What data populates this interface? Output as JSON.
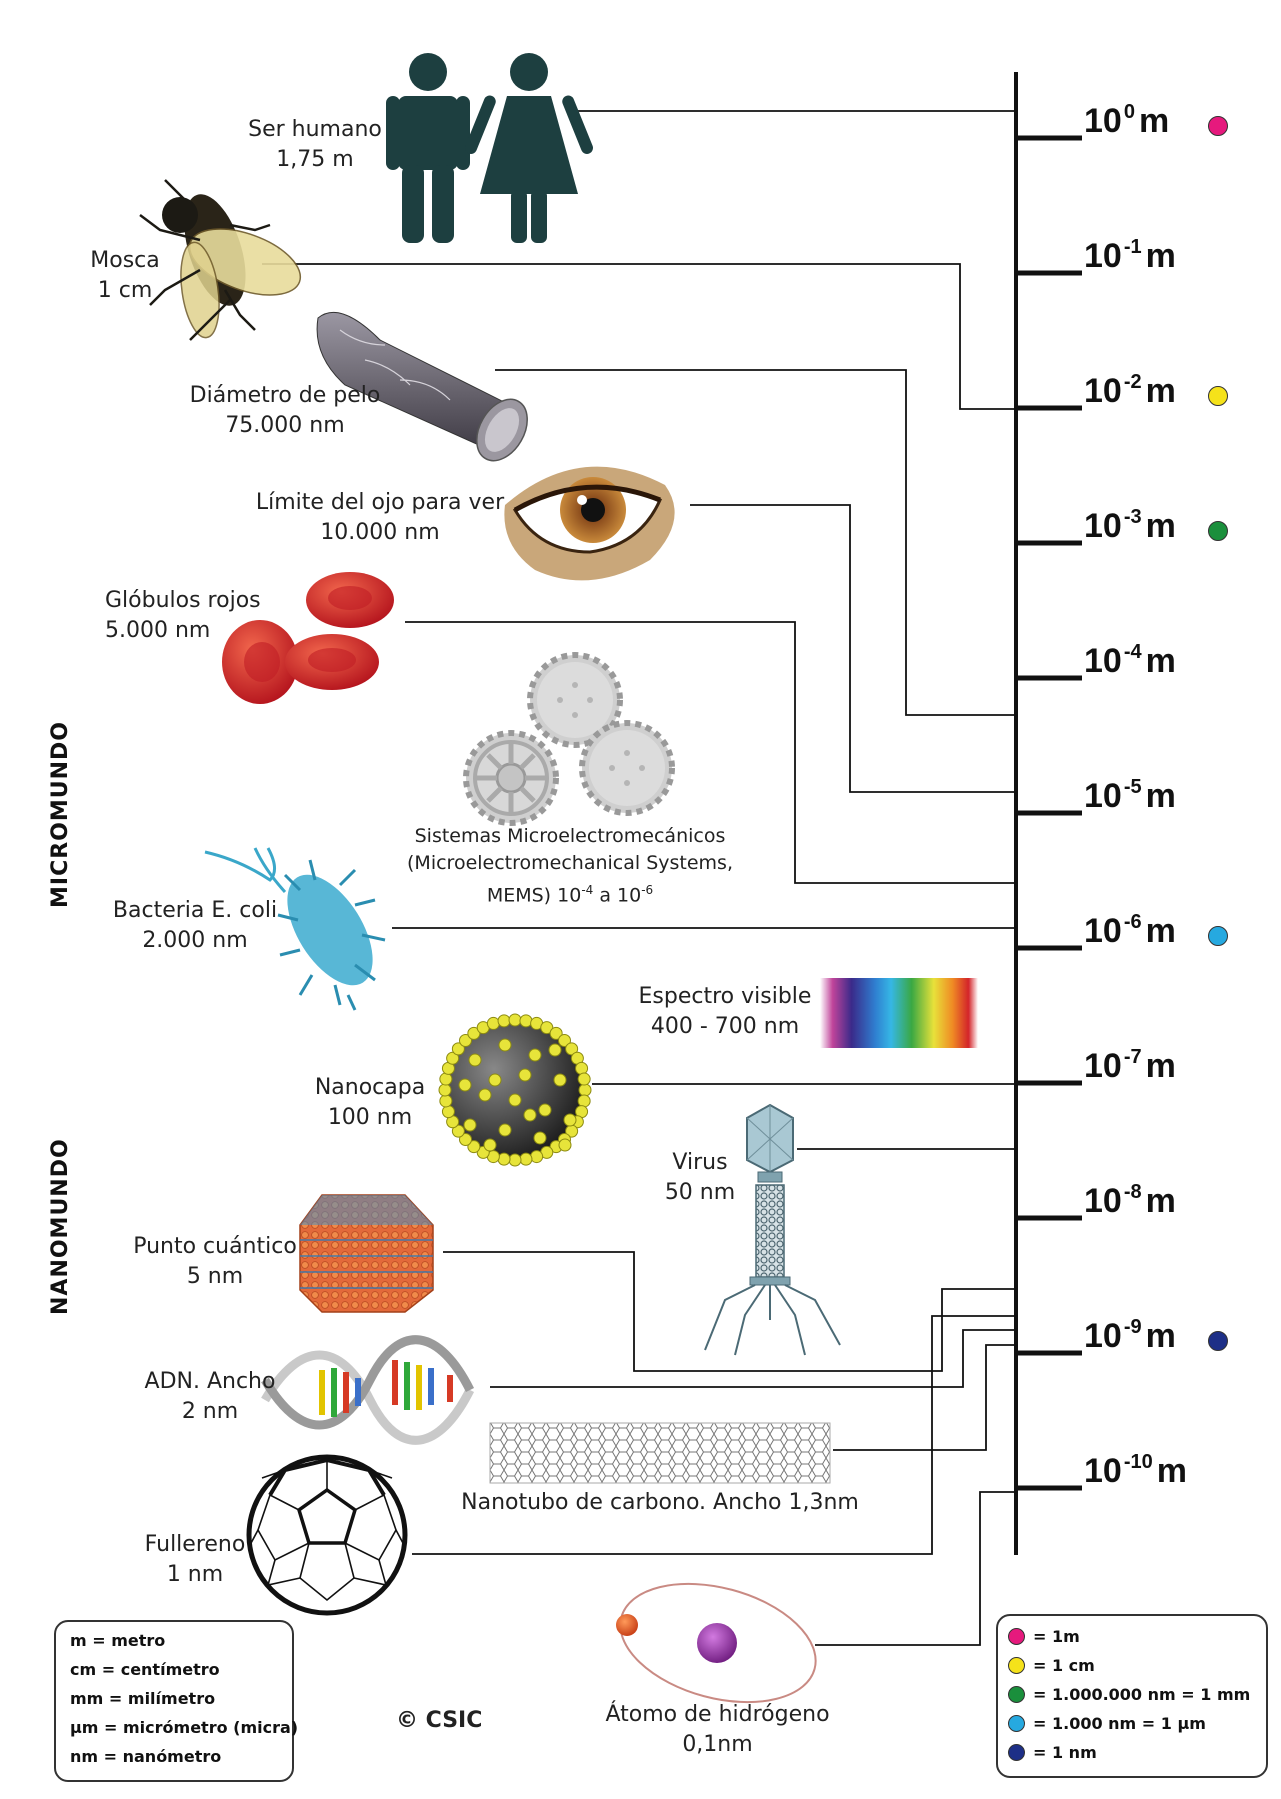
{
  "objects": {
    "human": {
      "line1": "Ser humano",
      "line2": "1,75 m"
    },
    "fly": {
      "line1": "Mosca",
      "line2": "1 cm"
    },
    "hair": {
      "line1": "Diámetro de pelo",
      "line2": "75.000 nm"
    },
    "eye": {
      "line1": "Límite del ojo para ver",
      "line2": "10.000 nm"
    },
    "blood": {
      "line1": "Glóbulos rojos",
      "line2": "5.000 nm"
    },
    "mems": {
      "line1": "Sistemas Microelectromecánicos",
      "line2": "(Microelectromechanical Systems,",
      "line3": "MEMS) 10",
      "exp1": "-4",
      "mid": "a 10",
      "exp2": "-6"
    },
    "ecoli": {
      "line1": "Bacteria E. coli",
      "line2": "2.000 nm"
    },
    "spectrum": {
      "line1": "Espectro visible",
      "line2": "400 - 700 nm"
    },
    "nanolayer": {
      "line1": "Nanocapa",
      "line2": "100 nm"
    },
    "virus": {
      "line1": "Virus",
      "line2": "50 nm"
    },
    "qdot": {
      "line1": "Punto cuántico",
      "line2": "5 nm"
    },
    "dna": {
      "line1": "ADN. Ancho",
      "line2": "2 nm"
    },
    "nanotube": {
      "line1": "Nanotubo de carbono. Ancho 1,3nm"
    },
    "fullerene": {
      "line1": "Fullereno",
      "line2": "1 nm"
    },
    "hydrogen": {
      "line1": "Átomo de hidrógeno",
      "line2": "0,1nm"
    }
  },
  "sides": {
    "micro": "MICROMUNDO",
    "nano": "NANOMUNDO"
  },
  "scale": {
    "unit": "m",
    "ticks": [
      {
        "base": "10",
        "exp": "0",
        "dot": "#e6197d"
      },
      {
        "base": "10",
        "exp": "-1",
        "dot": null
      },
      {
        "base": "10",
        "exp": "-2",
        "dot": "#f5e21a"
      },
      {
        "base": "10",
        "exp": "-3",
        "dot": "#1a8f3c"
      },
      {
        "base": "10",
        "exp": "-4",
        "dot": null
      },
      {
        "base": "10",
        "exp": "-5",
        "dot": null
      },
      {
        "base": "10",
        "exp": "-6",
        "dot": "#26a9e0"
      },
      {
        "base": "10",
        "exp": "-7",
        "dot": null
      },
      {
        "base": "10",
        "exp": "-8",
        "dot": null
      },
      {
        "base": "10",
        "exp": "-9",
        "dot": "#1d2f87"
      },
      {
        "base": "10",
        "exp": "-10",
        "dot": null
      }
    ]
  },
  "units_legend": [
    {
      "abbr": "m",
      "name": "metro"
    },
    {
      "abbr": "cm",
      "name": "centímetro"
    },
    {
      "abbr": "mm",
      "name": "milímetro"
    },
    {
      "abbr": "µm",
      "name": "micrómetro (micra)"
    },
    {
      "abbr": "nm",
      "name": "nanómetro"
    }
  ],
  "color_legend": [
    {
      "color": "#e6197d",
      "text": "= 1m"
    },
    {
      "color": "#f5e21a",
      "text": "= 1 cm"
    },
    {
      "color": "#1a8f3c",
      "text": "= 1.000.000 nm = 1 mm"
    },
    {
      "color": "#26a9e0",
      "text": "= 1.000 nm = 1 µm"
    },
    {
      "color": "#1d2f87",
      "text": "= 1 nm"
    }
  ],
  "copyright": "© CSIC"
}
